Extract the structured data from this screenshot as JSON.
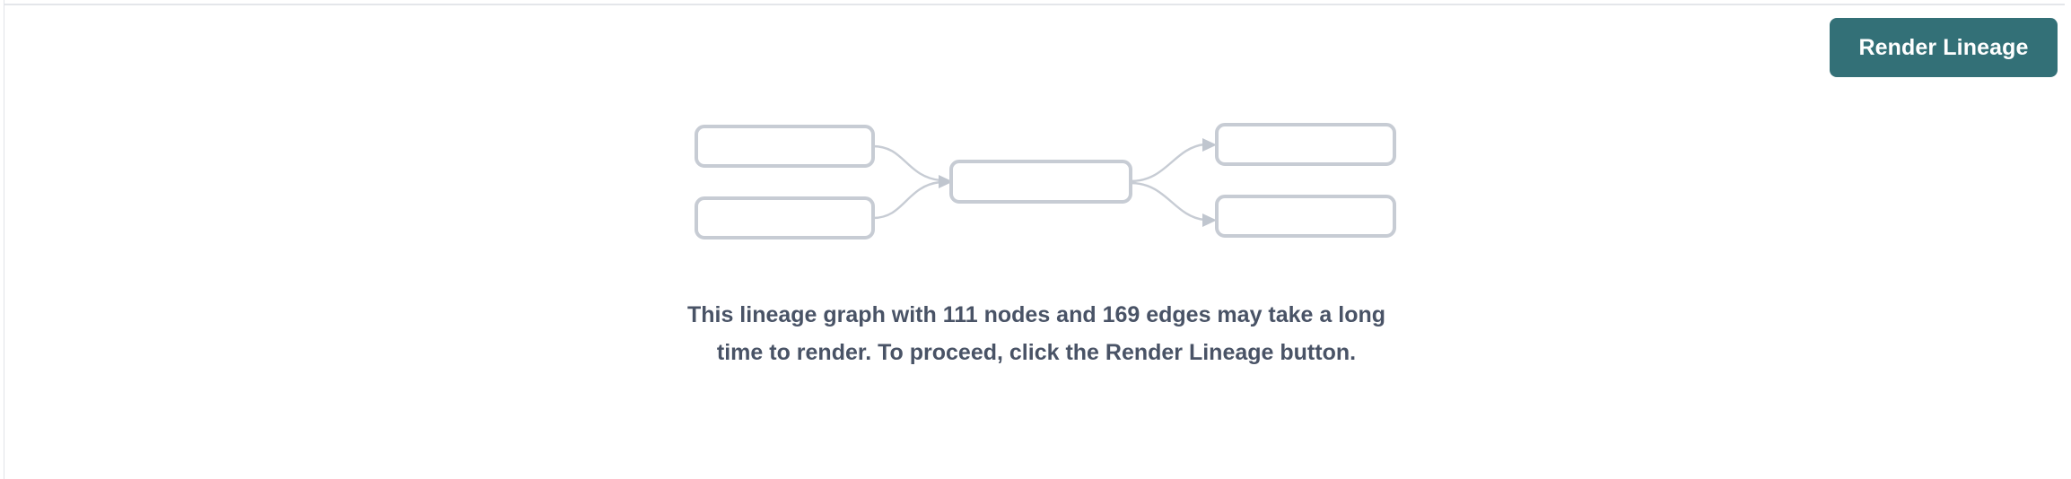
{
  "panel": {
    "background_color": "#ffffff",
    "border_color": "#e2e4e9"
  },
  "toolbar": {
    "render_lineage_label": "Render Lineage",
    "button_color": "#337077",
    "button_text_color": "#ffffff"
  },
  "graph_placeholder": {
    "node_border_color": "#c7ccd4",
    "node_fill_color": "#ffffff",
    "edge_color": "#c7ccd4",
    "nodes": [
      {
        "id": "left-top",
        "label": ""
      },
      {
        "id": "left-bottom",
        "label": ""
      },
      {
        "id": "center",
        "label": ""
      },
      {
        "id": "right-top",
        "label": ""
      },
      {
        "id": "right-bottom",
        "label": ""
      }
    ],
    "edges": [
      {
        "from": "left-top",
        "to": "center"
      },
      {
        "from": "left-bottom",
        "to": "center"
      },
      {
        "from": "center",
        "to": "right-top"
      },
      {
        "from": "center",
        "to": "right-bottom"
      }
    ]
  },
  "message": {
    "text": "This lineage graph with 111 nodes and 169 edges may take a long time to render. To proceed, click the Render Lineage button.",
    "node_count": "111",
    "edge_count": "169",
    "text_color": "#495366"
  }
}
